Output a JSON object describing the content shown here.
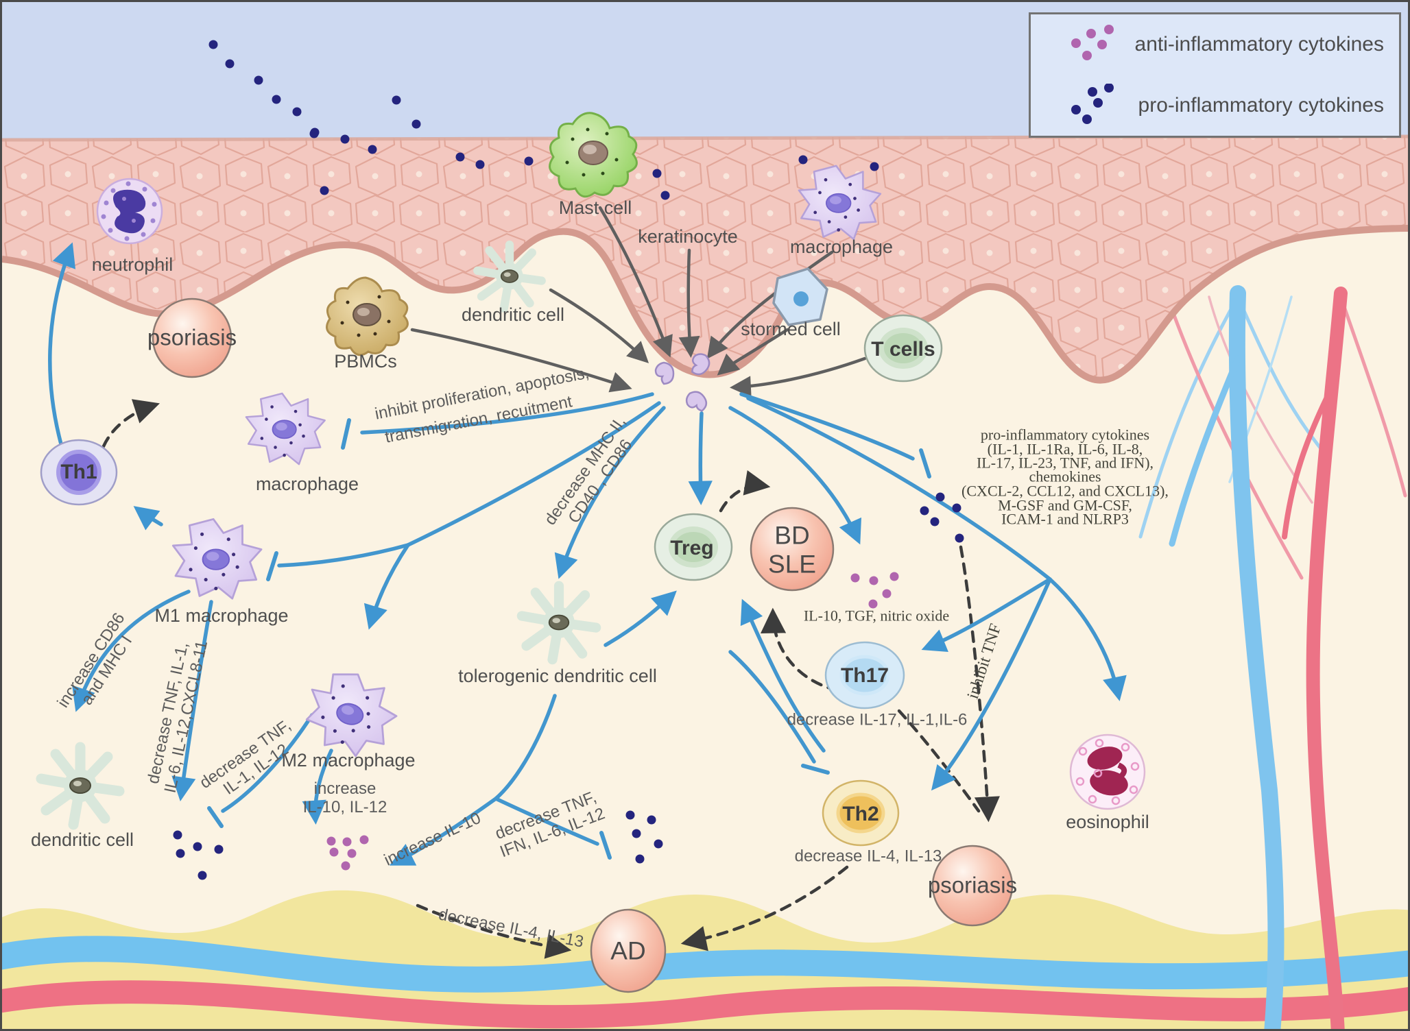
{
  "legend": {
    "items": [
      {
        "label": "anti-inflammatory cytokines",
        "color": "#b065ae"
      },
      {
        "label": "pro-inflammatory cytokines",
        "color": "#24247e"
      }
    ]
  },
  "cells": {
    "neutrophil": "neutrophil",
    "mast": "Mast cell",
    "keratinocyte": "keratinocyte",
    "macrophage_epi": "macrophage",
    "dendritic_epi": "dendritic cell",
    "stormed": "stormed cell",
    "tcells": "T cells",
    "pbmcs": "PBMCs",
    "psoriasis_top": "psoriasis",
    "th1": "Th1",
    "macrophage_dermis": "macrophage",
    "m1": "M1 macrophage",
    "dendritic_bottom": "dendritic cell",
    "m2": "M2 macrophage",
    "tolerogenic": "tolerogenic dendritic cell",
    "treg": "Treg",
    "bd": "BD",
    "sle": "SLE",
    "th17": "Th17",
    "th2": "Th2",
    "psoriasis_bottom": "psoriasis",
    "eosinophil": "eosinophil",
    "ad": "AD"
  },
  "actions": {
    "inhibit_prolif_1": "inhibit proliferation, apoptosis,",
    "inhibit_prolif_2": "transmigration, recuitment",
    "dec_mhc_1": "decrease MHC II,",
    "dec_mhc_2": "CD40 , CD86",
    "inc_cd86_1": "increase CD86",
    "inc_cd86_2": "and MHC I",
    "dec_tnf_cxcl_1": "decrease TNF, IL-1,",
    "dec_tnf_cxcl_2": "IL-6, IL-12,CXCL8-11",
    "dec_tnf_il12_1": "decrease TNF,",
    "dec_tnf_il12_2": "IL-1, IL-12",
    "inc_il10_12_1": "increase",
    "inc_il10_12_2": "IL-10, IL-12",
    "inc_il10": "increase IL-10",
    "dec_tnf_ifn_1": "decrease TNF,",
    "dec_tnf_ifn_2": "IFN, IL-6, IL-12",
    "dec_il4_ad": "decrease IL-4, IL-13",
    "il10_tgf": "IL-10, TGF, nitric oxide",
    "dec_il17": "decrease IL-17, IL-1,IL-6",
    "dec_il4_th2": "decrease IL-4, IL-13",
    "inhibit_tnf": "inhibit TNF",
    "cyto_1": "pro-inflammatory cytokines",
    "cyto_2": "(IL-1, IL-1Ra, IL-6, IL-8,",
    "cyto_3": "IL-17, IL-23, TNF, and IFN),",
    "cyto_4": "chemokines",
    "cyto_5": "(CXCL-2, CCL12, and CXCL13),",
    "cyto_6": "M-GSF and GM-CSF,",
    "cyto_7": "ICAM-1 and NLRP3"
  },
  "colors": {
    "blue_arrow": "#4296ce",
    "gray_arrow": "#5f5f5f",
    "dashed_arrow": "#3c3c3c",
    "pro_dot": "#24247e",
    "anti_dot": "#b065ae",
    "sky": "#cdd9f1",
    "epidermis": "#f3c8c0",
    "dermis": "#fbf3e3",
    "subcutis": "#f2e69e",
    "disease_circle": "#f3a894"
  }
}
